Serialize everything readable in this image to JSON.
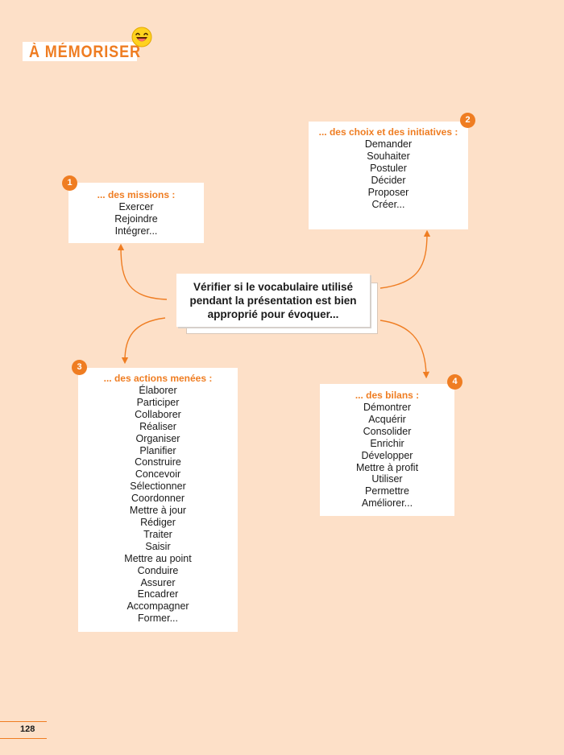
{
  "header": {
    "title": "À MÉMORISER",
    "emoji_icon": "laughing-smiley-icon"
  },
  "center": {
    "text": "Vérifier si le vocabulaire utilisé pendant la présentation est bien approprié pour évoquer..."
  },
  "cards": [
    {
      "number": "1",
      "heading": "... des missions :",
      "words": [
        "Exercer",
        "Rejoindre",
        "Intégrer..."
      ]
    },
    {
      "number": "2",
      "heading": "... des choix et des initiatives :",
      "words": [
        "Demander",
        "Souhaiter",
        "Postuler",
        "Décider",
        "Proposer",
        "Créer..."
      ]
    },
    {
      "number": "3",
      "heading": "... des actions menées :",
      "words": [
        "Élaborer",
        "Participer",
        "Collaborer",
        "Réaliser",
        "Organiser",
        "Planifier",
        "Construire",
        "Concevoir",
        "Sélectionner",
        "Coordonner",
        "Mettre à jour",
        "Rédiger",
        "Traiter",
        "Saisir",
        "Mettre au point",
        "Conduire",
        "Assurer",
        "Encadrer",
        "Accompagner",
        "Former..."
      ]
    },
    {
      "number": "4",
      "heading": "... des bilans :",
      "words": [
        "Démontrer",
        "Acquérir",
        "Consolider",
        "Enrichir",
        "Développer",
        "Mettre à profit",
        "Utiliser",
        "Permettre",
        "Améliorer..."
      ]
    }
  ],
  "footer": {
    "page_number": "128"
  },
  "colors": {
    "background": "#fde0c8",
    "accent": "#ef7d22"
  }
}
